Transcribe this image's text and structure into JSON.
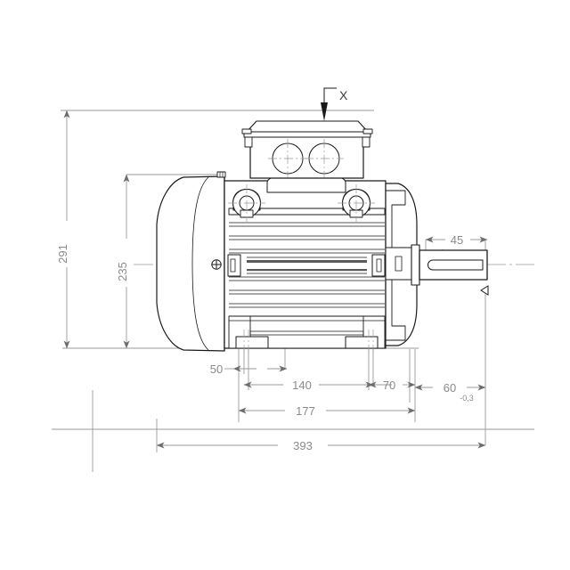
{
  "drawing": {
    "title": "Electric Motor Side Elevation Dimensioned Drawing",
    "type": "engineering-technical-drawing",
    "view": "side-elevation",
    "units": "mm",
    "colors": {
      "background": "#ffffff",
      "outline": "#1a1a1a",
      "dimension_line": "#9a9a9a",
      "dimension_text": "#8a8a8a",
      "centerline": "#9a9a9a",
      "hatch": "#5a5a5a"
    }
  },
  "dimensions": {
    "overall_height": "291",
    "shaft_centre_height": "235",
    "foot_offset": "50",
    "foot_spacing": "140",
    "flange_to_end": "70",
    "body_length": "177",
    "shaft_length": "45",
    "shaft_diameter_nominal": "60",
    "shaft_diameter_tolerance": "-0,3",
    "overall_length": "393"
  },
  "labels": {
    "detail_marker": "X"
  },
  "components": [
    {
      "name": "fan-cowl",
      "description": "curved fan cover at left end"
    },
    {
      "name": "stator-housing",
      "description": "finned motor body"
    },
    {
      "name": "cooling-fins",
      "description": "horizontal cooling ribs"
    },
    {
      "name": "terminal-box",
      "description": "junction box on top with lid"
    },
    {
      "name": "terminal-box-gland-1",
      "description": "circular cable gland"
    },
    {
      "name": "terminal-box-gland-2",
      "description": "circular cable gland"
    },
    {
      "name": "lifting-eye-left",
      "description": "lifting eyebolt"
    },
    {
      "name": "lifting-eye-right",
      "description": "lifting eyebolt"
    },
    {
      "name": "drive-end-shield",
      "description": "drive end bearing shield"
    },
    {
      "name": "output-shaft",
      "description": "output shaft with keyway"
    },
    {
      "name": "shaft-key",
      "description": "keyway slot in shaft"
    },
    {
      "name": "mounting-foot-left",
      "description": "left mounting foot"
    },
    {
      "name": "mounting-foot-right",
      "description": "right mounting foot"
    },
    {
      "name": "datum-triangle",
      "description": "datum / surface finish triangle marker"
    },
    {
      "name": "earth-terminal",
      "description": "earthing screw on fan cowl"
    }
  ],
  "chart_data": {
    "type": "table",
    "title": "Motor dimensions (mm)",
    "categories": [
      "291",
      "235",
      "50",
      "140",
      "70",
      "177",
      "45",
      "60",
      "393"
    ],
    "values": [
      291,
      235,
      50,
      140,
      70,
      177,
      45,
      60,
      393
    ]
  }
}
